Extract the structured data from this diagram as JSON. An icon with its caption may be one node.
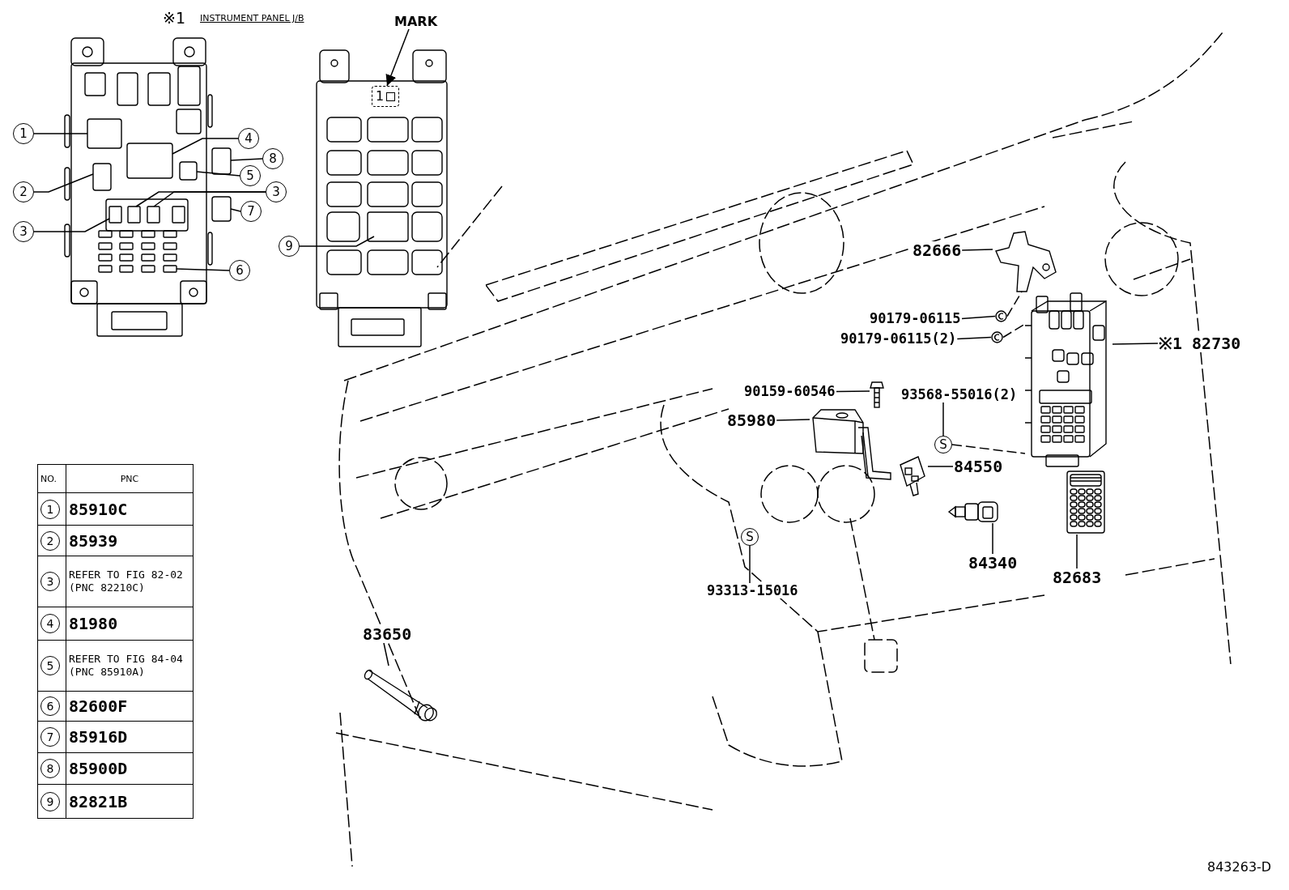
{
  "diagram": {
    "nodes": [
      {
        "text": [],
        "shape": "picture"
      },
      {
        "text": [],
        "shape": "picture"
      },
      {
        "text": [
          "MARK"
        ]
      },
      {
        "text": [
          "1"
        ],
        "in": 1
      },
      {
        "text": [
          "1"
        ]
      },
      {
        "text": [
          "4"
        ]
      },
      {
        "text": [
          "8"
        ]
      },
      {
        "text": [
          "5"
        ]
      },
      {
        "text": [
          "2"
        ]
      },
      {
        "text": [
          "3"
        ]
      },
      {
        "text": [
          "7"
        ]
      },
      {
        "text": [
          "3"
        ]
      },
      {
        "text": [
          "9"
        ]
      },
      {
        "text": [
          "6"
        ]
      },
      {
        "text": [
          "82666"
        ]
      },
      {
        "text": [],
        "shape": "picture"
      },
      {
        "text": [
          "90179-06115"
        ]
      },
      {
        "text": [],
        "shape": "picture"
      },
      {
        "text": [
          "90179-06115(2)"
        ]
      },
      {
        "text": [],
        "shape": "picture"
      },
      {
        "text": [
          "※1 82730"
        ]
      },
      {
        "text": [],
        "shape": "picture"
      },
      {
        "text": [
          "90159-60546"
        ]
      },
      {
        "text": [],
        "shape": "picture"
      },
      {
        "text": [
          "93568-55016(2)"
        ]
      },
      {
        "text": [
          "S"
        ]
      },
      {
        "text": [
          "85980"
        ]
      },
      {
        "text": [],
        "shape": "picture"
      },
      {
        "text": [
          "84550"
        ]
      },
      {
        "text": [],
        "shape": "picture"
      },
      {
        "text": [
          "S"
        ]
      },
      {
        "text": [
          "93313-15016"
        ]
      },
      {
        "text": [
          "84340"
        ]
      },
      {
        "text": [],
        "shape": "picture"
      },
      {
        "text": [
          "82683"
        ]
      },
      {
        "text": [],
        "shape": "picture"
      },
      {
        "text": [
          "83650"
        ]
      },
      {
        "text": [],
        "shape": "picture"
      },
      {
        "text": [
          "1"
        ]
      },
      {
        "text": [
          "2"
        ]
      },
      {
        "text": [
          "3"
        ]
      },
      {
        "text": [
          "4"
        ]
      },
      {
        "text": [
          "5"
        ]
      },
      {
        "text": [
          "6"
        ]
      },
      {
        "text": [
          "7"
        ]
      },
      {
        "text": [
          "8"
        ]
      },
      {
        "text": [
          "9"
        ]
      }
    ],
    "edges": [
      {
        "from": 2,
        "to": 3,
        "arrow": "to"
      },
      {
        "from": 4,
        "to": 0,
        "arrow": "none"
      },
      {
        "from": 5,
        "to": 0,
        "arrow": "none"
      },
      {
        "from": 6,
        "to": 0,
        "arrow": "none"
      },
      {
        "from": 7,
        "to": 0,
        "arrow": "none"
      },
      {
        "from": 8,
        "to": 0,
        "arrow": "none"
      },
      {
        "from": 9,
        "to": 0,
        "arrow": "none"
      },
      {
        "from": 9,
        "to": 0,
        "arrow": "none"
      },
      {
        "from": 10,
        "to": 0,
        "arrow": "none"
      },
      {
        "from": 11,
        "to": 0,
        "arrow": "none"
      },
      {
        "from": 12,
        "to": 1,
        "arrow": "none"
      },
      {
        "from": 13,
        "to": 0,
        "arrow": "none"
      },
      {
        "from": 14,
        "to": 15,
        "arrow": "none"
      },
      {
        "from": 16,
        "to": 17,
        "arrow": "none"
      },
      {
        "from": 18,
        "to": 19,
        "arrow": "none"
      },
      {
        "from": 20,
        "to": 21,
        "arrow": "none"
      },
      {
        "from": 22,
        "to": 23,
        "arrow": "none"
      },
      {
        "from": 24,
        "to": 25,
        "arrow": "none"
      },
      {
        "from": 26,
        "to": 27,
        "arrow": "none"
      },
      {
        "from": 28,
        "to": 29,
        "arrow": "none"
      },
      {
        "from": 31,
        "to": 30,
        "arrow": "none"
      },
      {
        "from": 32,
        "to": 33,
        "arrow": "none"
      },
      {
        "from": 34,
        "to": 35,
        "arrow": "none"
      },
      {
        "from": 36,
        "to": 37,
        "arrow": "none"
      },
      {
        "from": 17,
        "to": 15,
        "arrow": "none",
        "style": "dashed"
      },
      {
        "from": 19,
        "to": 21,
        "arrow": "none",
        "style": "dashed"
      },
      {
        "from": 25,
        "to": 21,
        "arrow": "none",
        "style": "dashed"
      }
    ],
    "labels": [
      "※1",
      "INSTRUMENT PANEL J/B",
      "NO.",
      "PNC",
      "85910C",
      "85939",
      "REFER TO FIG 82-02 (PNC 82210C)",
      "81980",
      "REFER TO FIG 84-04 (PNC 85910A)",
      "82600F",
      "85916D",
      "85900D",
      "82821B",
      "843263-D"
    ]
  }
}
